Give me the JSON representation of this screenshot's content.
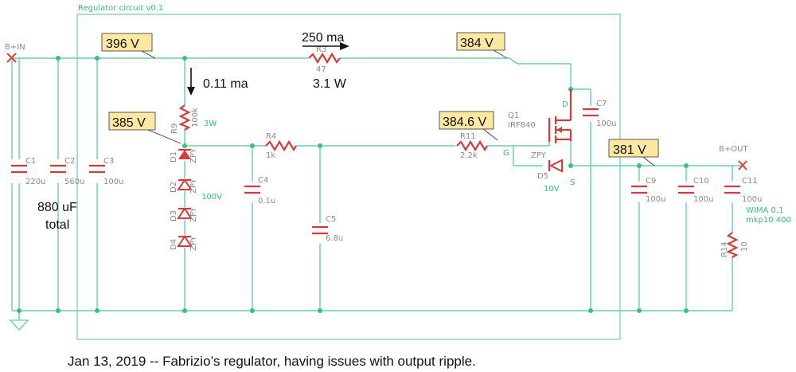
{
  "diagram": {
    "frame_title": "Regulator circuit v0.1",
    "ports": {
      "input": "B+IN",
      "output": "B+OUT"
    },
    "voltage_labels": [
      "396 V",
      "384 V",
      "385 V",
      "384.6 V",
      "381 V"
    ],
    "annotations": {
      "current_main": "250 ma",
      "power_r3": "3.1 W",
      "current_ref": "0.11 ma",
      "total_cap_line1": "880 uF",
      "total_cap_line2": "total"
    },
    "components": {
      "C1": {
        "name": "C1",
        "value": "220u"
      },
      "C2": {
        "name": "C2",
        "value": "560u"
      },
      "C3": {
        "name": "C3",
        "value": "100u"
      },
      "R3": {
        "name": "R3",
        "value": "47"
      },
      "R9": {
        "name": "R9",
        "value": "100k",
        "note": "3W"
      },
      "D1": {
        "name": "D1",
        "value": "ZPY"
      },
      "D2": {
        "name": "D2",
        "value": "ZPY"
      },
      "D3": {
        "name": "D3",
        "value": "ZPY"
      },
      "D4": {
        "name": "D4",
        "value": "ZPY"
      },
      "zener_note": "100V",
      "R4": {
        "name": "R4",
        "value": "1k"
      },
      "C4": {
        "name": "C4",
        "value": "0.1u"
      },
      "C5": {
        "name": "C5",
        "value": "6.8u"
      },
      "R11": {
        "name": "R11",
        "value": "2.2k"
      },
      "Q1": {
        "name": "Q1",
        "value": "IRF840",
        "pin_d": "D",
        "pin_g": "G",
        "pin_s": "S"
      },
      "D5": {
        "name": "D5",
        "value": "ZPY",
        "note": "10V"
      },
      "C7": {
        "name": "C7",
        "value": "100u"
      },
      "C9": {
        "name": "C9",
        "value": "100u"
      },
      "C10": {
        "name": "C10",
        "value": "100u"
      },
      "C11": {
        "name": "C11",
        "value": "100u",
        "note1": "WIMA 0,1",
        "note2": "mkp10 400"
      },
      "R14": {
        "name": "R14",
        "value": "10"
      }
    }
  },
  "caption": "Jan 13, 2019 -- Fabrizio’s regulator, having issues with output ripple."
}
